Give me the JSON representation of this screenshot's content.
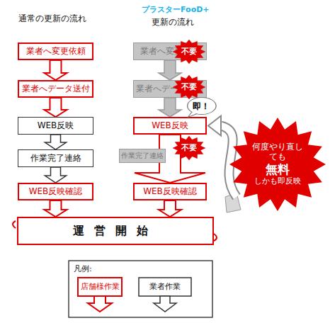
{
  "diagram": {
    "nodes": [
      {
        "text": [
          "業者へ変更依頼"
        ]
      },
      {
        "text": [
          "業者へデータ送付"
        ]
      },
      {
        "text": [
          "WEB反映"
        ]
      },
      {
        "text": [
          "作業完了連絡"
        ]
      },
      {
        "text": [
          "WEB反映確認"
        ]
      },
      {
        "text": [
          "業者へ変更依頼"
        ]
      },
      {
        "text": [
          "業者へデータ送付"
        ]
      },
      {
        "text": [
          "WEB反映"
        ]
      },
      {
        "text": [
          "作業完了連絡"
        ]
      },
      {
        "text": [
          "WEB反映確認"
        ]
      },
      {
        "text": [
          "運営開始"
        ]
      },
      {
        "text": [
          "不要"
        ]
      },
      {
        "text": [
          "不要"
        ]
      },
      {
        "text": [
          "不要"
        ]
      },
      {
        "text": [
          "即！"
        ]
      },
      {
        "text": [
          "何度やり直しても",
          "無料",
          "しかも即反映"
        ]
      }
    ],
    "edges": [
      {
        "from": 0,
        "to": 1,
        "arrow": "to"
      },
      {
        "from": 1,
        "to": 2,
        "arrow": "to"
      },
      {
        "from": 2,
        "to": 3,
        "arrow": "to"
      },
      {
        "from": 3,
        "to": 4,
        "arrow": "to"
      },
      {
        "from": 4,
        "to": 10,
        "arrow": "to"
      },
      {
        "from": 5,
        "to": 6,
        "arrow": "to"
      },
      {
        "from": 6,
        "to": 7,
        "arrow": "to"
      },
      {
        "from": 7,
        "to": 9,
        "arrow": "to"
      },
      {
        "from": 9,
        "to": 10,
        "arrow": "to"
      },
      {
        "from": 15,
        "to": 7,
        "arrow": "to"
      }
    ],
    "labels": [
      "通常の更新の流れ",
      "プラスターFooD+",
      "更新の流れ",
      "凡例:"
    ],
    "legend": [
      {
        "text": "店舗様作業"
      },
      {
        "text": "業者作業"
      }
    ]
  }
}
